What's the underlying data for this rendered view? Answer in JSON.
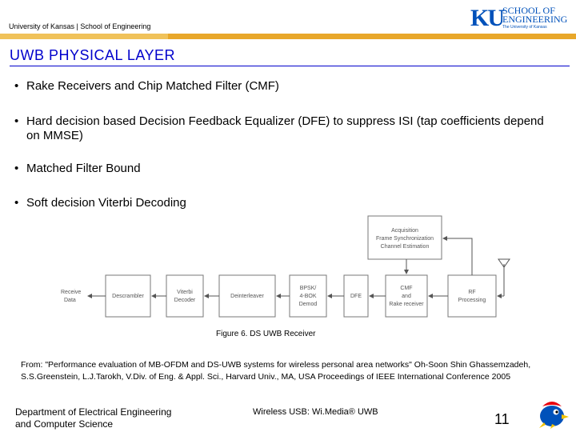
{
  "header": {
    "university_line": "University of Kansas | School of Engineering",
    "logo": {
      "mark": "KU",
      "school_line1": "SCHOOL OF",
      "school_line2": "ENGINEERING",
      "subline": "The University of Kansas"
    }
  },
  "slide": {
    "title": "UWB PHYSICAL LAYER",
    "bullets": [
      "Rake Receivers and Chip Matched Filter (CMF)",
      "Hard decision based Decision Feedback Equalizer (DFE) to suppress ISI (tap coefficients depend on MMSE)",
      "Matched Filter Bound",
      "Soft decision Viterbi Decoding"
    ],
    "bullet_symbol": "•"
  },
  "diagram": {
    "blocks": {
      "acquisition": [
        "Acquisition",
        "Frame Synchronization",
        "Channel Estimation"
      ],
      "receive_data": [
        "Receive",
        "Data"
      ],
      "descrambler": [
        "Descrambler"
      ],
      "viterbi": [
        "Viterbi",
        "Decoder"
      ],
      "deinterleaver": [
        "Deinterleaver"
      ],
      "demod": [
        "BPSK/",
        "4-BOK",
        "Demod"
      ],
      "dfe": [
        "DFE"
      ],
      "cmf": [
        "CMF",
        "and",
        "Rake receiver"
      ],
      "rf": [
        "RF",
        "Processing"
      ]
    },
    "caption": "Figure 6. DS UWB Receiver"
  },
  "citation": "From: \"Performance evaluation of MB-OFDM and DS-UWB systems for wireless personal area networks\" Oh-Soon Shin Ghassemzadeh, S.S.Greenstein, L.J.Tarokh, V.Div. of Eng. & Appl. Sci., Harvard Univ., MA, USA Proceedings of IEEE International Conference 2005",
  "footer": {
    "department_line1": "Department of Electrical Engineering",
    "department_line2": "and Computer Science",
    "center_text": "Wireless USB: Wi.Media® UWB",
    "page_number": "11"
  },
  "colors": {
    "title": "#0000cc",
    "gold_bar": "#e8a72a",
    "ku_blue": "#0051ba"
  },
  "icons": [
    "jayhawk-mascot-icon",
    "antenna-icon"
  ]
}
